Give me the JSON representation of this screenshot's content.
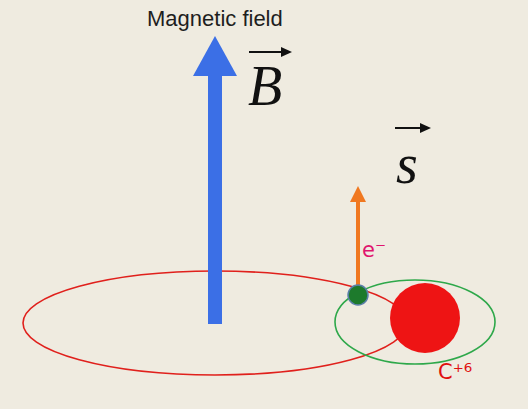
{
  "diagram": {
    "title": "Magnetic field",
    "labels": [
      "B",
      "s",
      "e⁻",
      "C⁺⁶"
    ]
  }
}
